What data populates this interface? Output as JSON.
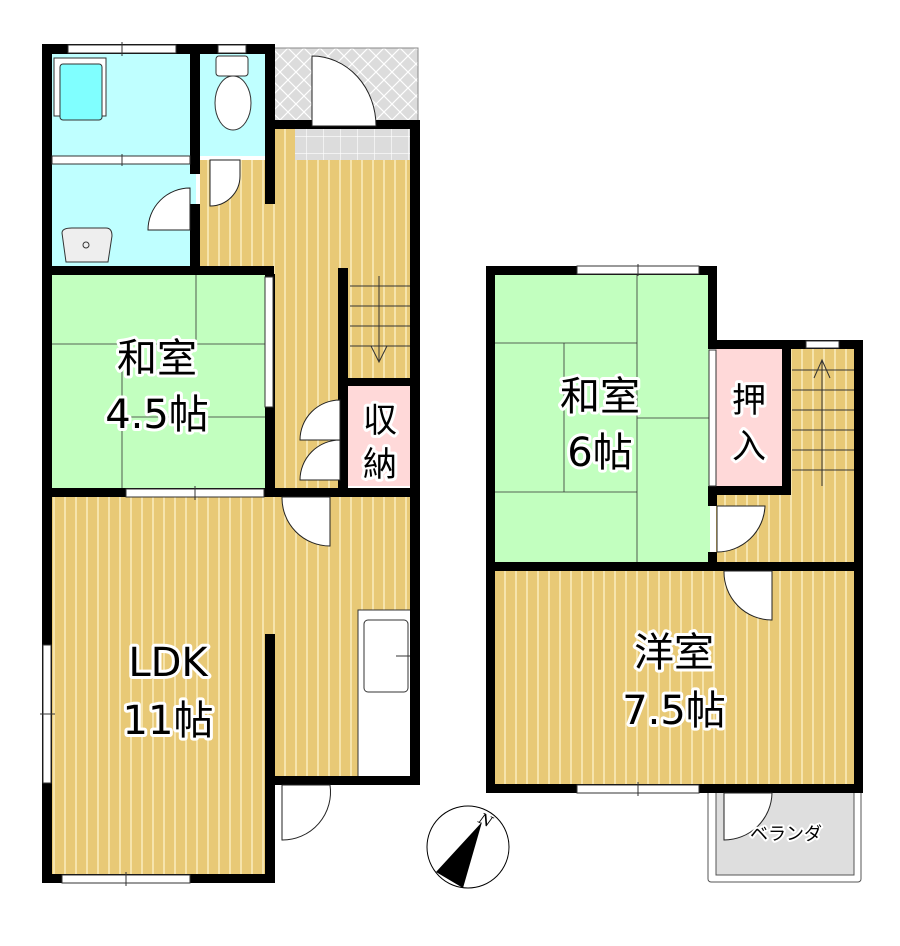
{
  "floor_plan": {
    "colors": {
      "wall": "#000000",
      "wet_area": "#bfffff",
      "bathtub": "#80ffff",
      "tatami": "#c2ffbf",
      "flooring": "#e8c976",
      "flooring_line": "#fff3c9",
      "storage": "#ffd9d9",
      "entrance_tile": "#dcdcdc",
      "balcony": "#dedede",
      "window": "#ffffff"
    },
    "floor1": {
      "rooms": [
        {
          "id": "washitsu-1",
          "name": "和室",
          "size": "4.5帖"
        },
        {
          "id": "ldk",
          "name": "LDK",
          "size": "11帖"
        },
        {
          "id": "shuno",
          "name_line1": "収",
          "name_line2": "納"
        }
      ],
      "fixtures": [
        "bathtub",
        "toilet",
        "washbasin",
        "kitchen-sink",
        "staircase-down"
      ]
    },
    "floor2": {
      "rooms": [
        {
          "id": "washitsu-2",
          "name": "和室",
          "size": "6帖"
        },
        {
          "id": "youshitsu",
          "name": "洋室",
          "size": "7.5帖"
        },
        {
          "id": "oshiire",
          "name_line1": "押",
          "name_line2": "入"
        },
        {
          "id": "veranda",
          "name": "ベランダ"
        }
      ],
      "fixtures": [
        "staircase-up"
      ]
    },
    "compass": {
      "label": "N",
      "icon": "north-arrow-icon"
    }
  }
}
